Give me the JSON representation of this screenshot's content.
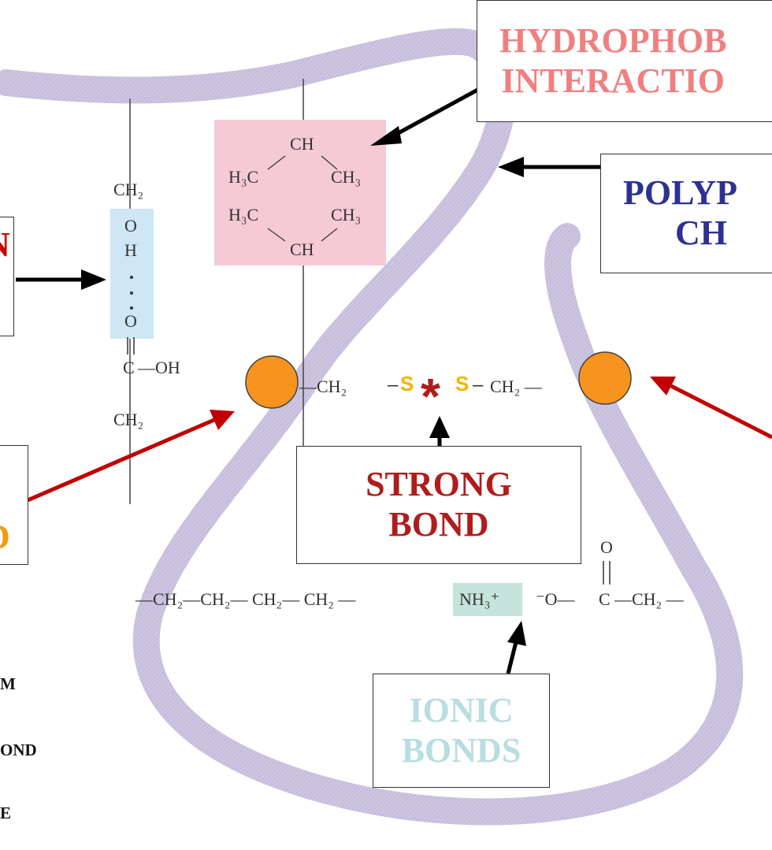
{
  "labels": {
    "hydrophobic": [
      "HYDROPHOB",
      "INTERACTIO"
    ],
    "polypeptide": [
      "POLYP",
      "CH"
    ],
    "hbond_partial": "N",
    "disulfide_partial": "D",
    "strong_bond": [
      "STRONG",
      "BOND"
    ],
    "ionic_bonds": [
      "IONIC",
      "BONDS"
    ],
    "side_list": [
      "M",
      "OND",
      "E"
    ]
  },
  "chemistry": {
    "ch2_top": "CH₂",
    "o1": "O",
    "h": "H",
    "o2": "O",
    "c": "C",
    "oh": "—OH",
    "ch2_lower": "CH₂",
    "ch_top": "CH",
    "h3c_1": "H₃C",
    "ch3_1": "CH₃",
    "h3c_2": "H₃C",
    "ch3_2": "CH₃",
    "ch_bottom": "CH",
    "ch2_left": "—CH₂",
    "s1": "S",
    "s2": "S",
    "ch2_right": "CH₂ —",
    "dash_left": "–",
    "dash_right": "–",
    "asterisk": "*",
    "chain": "—CH₂—CH₂— CH₂— CH₂ —",
    "nh3": "NH₃⁺",
    "o_minus": "⁻O—",
    "c_carbonyl": "C",
    "ch2_end": "—CH₂ —",
    "o_carbonyl": "O"
  },
  "colors": {
    "ribbon": "#c9c1df",
    "hydrophobic_text": "#f08080",
    "polypeptide_text": "#2e3192",
    "strong_text": "#b01c1c",
    "ionic_text": "#b9dde0",
    "partial_red": "#cc0000",
    "partial_orange": "#f39c12",
    "sulfur": "#f4b400",
    "cysteine_circle": "#f7941d",
    "hbond_highlight": "#cfe6f5",
    "hydrophobic_highlight": "#f6c9d6",
    "ionic_highlight": "#c6e4dc",
    "arrow_black": "#000000",
    "arrow_red": "#c00000"
  }
}
